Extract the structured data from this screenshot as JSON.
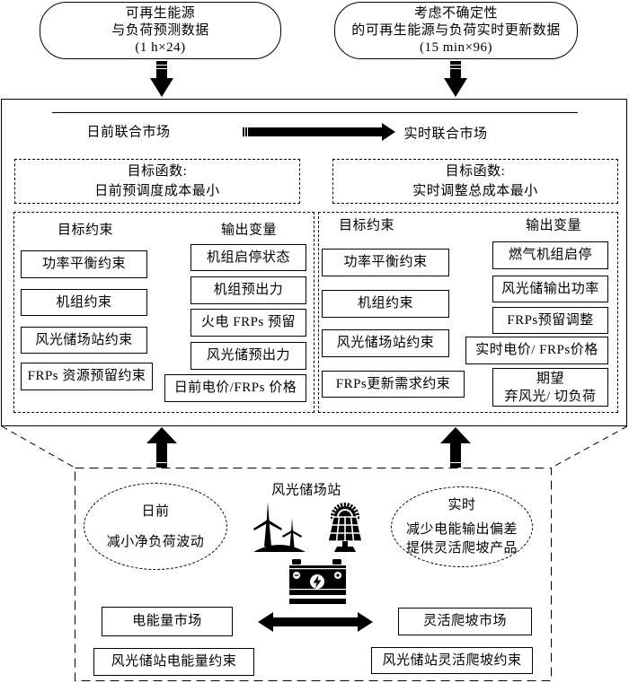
{
  "colors": {
    "stroke": "#000000",
    "background": "#ffffff"
  },
  "inputs": {
    "day_ahead": {
      "lines": [
        "可再生能源",
        "与负荷预测数据",
        "(1 h×24)"
      ]
    },
    "real_time": {
      "lines": [
        "考虑不确定性",
        "的可再生能源与负荷实时更新数据",
        "(15 min×96)"
      ]
    }
  },
  "markets": {
    "day_ahead": "日前联合市场",
    "real_time": "实时联合市场"
  },
  "objectives": {
    "day_ahead": {
      "title": "目标函数:",
      "text": "日前预调度成本最小"
    },
    "real_time": {
      "title": "目标函数:",
      "text": "实时调整总成本最小"
    }
  },
  "day_ahead_panel": {
    "constraints_header": "目标约束",
    "outputs_header": "输出变量",
    "constraints": [
      "功率平衡约束",
      "机组约束",
      "风光储场站约束",
      "FRPs 资源预留约束"
    ],
    "outputs": [
      "机组启停状态",
      "机组预出力",
      "火电 FRPs 预留",
      "风光储预出力",
      "日前电价/FRPs 价格"
    ]
  },
  "real_time_panel": {
    "constraints_header": "目标约束",
    "outputs_header": "输出变量",
    "constraints": [
      "功率平衡约束",
      "机组约束",
      "风光储场站约束",
      "FRPs更新需求约束"
    ],
    "outputs": [
      {
        "lines": [
          "燃气机组启停"
        ]
      },
      {
        "lines": [
          "风光储输出功率"
        ]
      },
      {
        "lines": [
          "FRPs预留调整"
        ]
      },
      {
        "lines": [
          "实时电价/ FRPs价格"
        ]
      },
      {
        "lines": [
          "期望",
          "弃风光/ 切负荷"
        ]
      }
    ]
  },
  "station": {
    "label": "风光储场站",
    "icons": [
      "wind-turbine-icon",
      "solar-panel-icon",
      "battery-icon"
    ],
    "day_ahead_goal": {
      "title": "日前",
      "lines": [
        "减小净负荷波动"
      ]
    },
    "real_time_goal": {
      "title": "实时",
      "lines": [
        "减少电能输出偏差",
        "提供灵活爬坡产品"
      ]
    },
    "energy_market": "电能量市场",
    "energy_constraint": "风光储站电能量约束",
    "ramp_market": "灵活爬坡市场",
    "ramp_constraint": "风光储站灵活爬坡约束"
  }
}
